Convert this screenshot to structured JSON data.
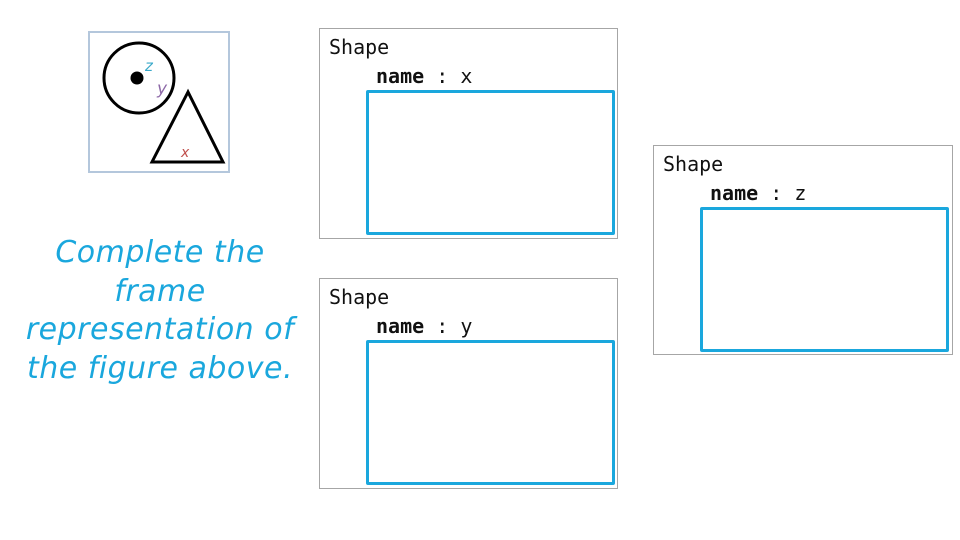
{
  "figure": {
    "label_z": "z",
    "label_y": "y",
    "label_x": "x",
    "colors": {
      "z_label": "#3aa9c9",
      "y_label": "#8e6aa8",
      "x_label": "#c0504d",
      "outline": "#000000",
      "border": "#b4c7dc"
    }
  },
  "instruction": {
    "text": "Complete the frame representation of the figure above.",
    "color": "#1aa7dd"
  },
  "frames": [
    {
      "id": "x",
      "type": "Shape",
      "slot_name": "name",
      "separator": ":",
      "slot_value": "x"
    },
    {
      "id": "y",
      "type": "Shape",
      "slot_name": "name",
      "separator": ":",
      "slot_value": "y"
    },
    {
      "id": "z",
      "type": "Shape",
      "slot_name": "name",
      "separator": ":",
      "slot_value": "z"
    }
  ]
}
